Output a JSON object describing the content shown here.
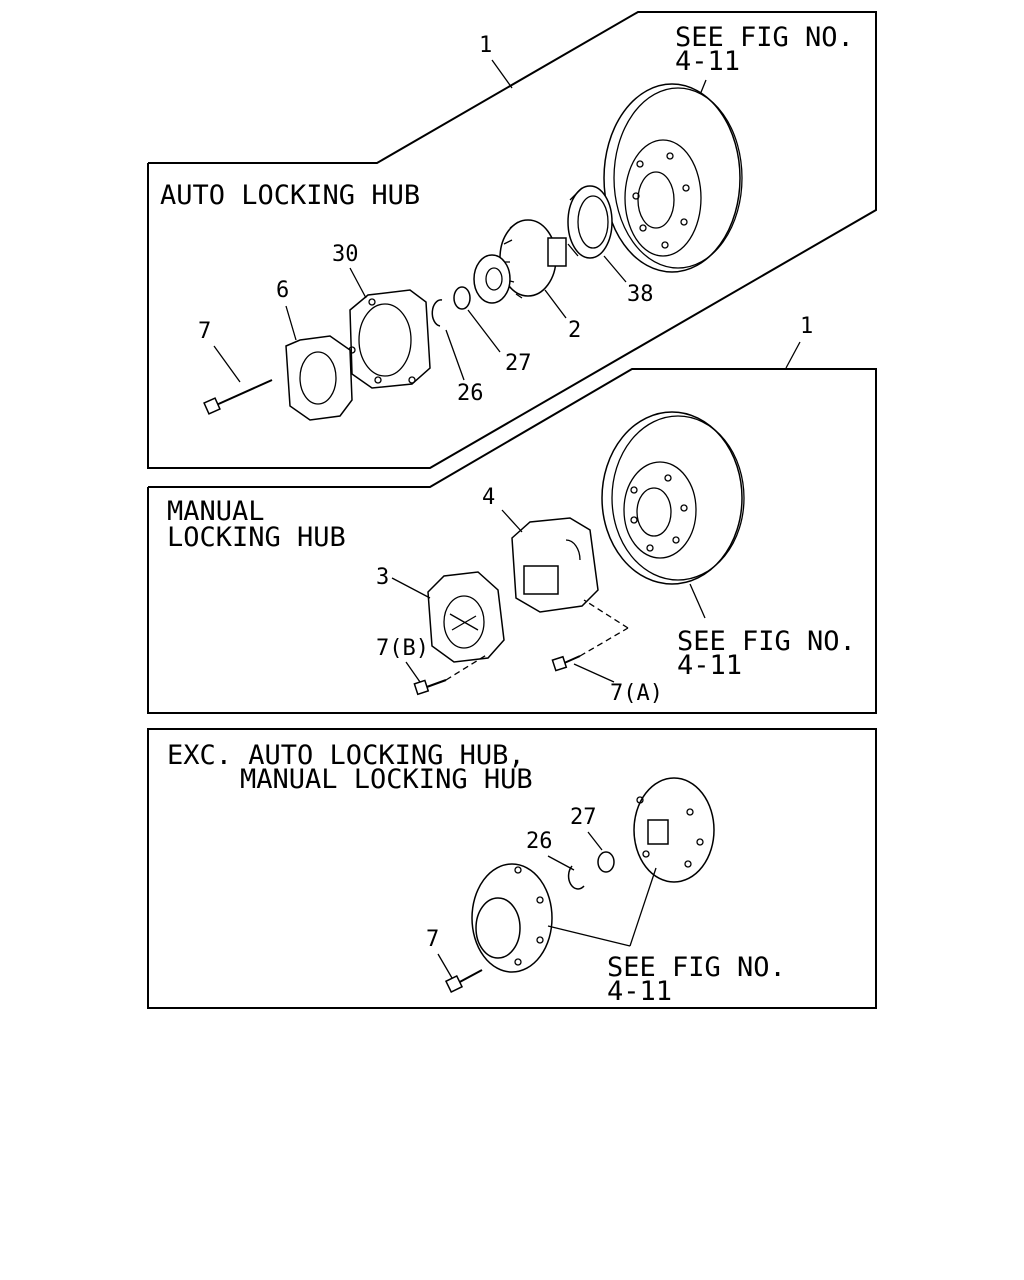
{
  "sections": {
    "auto": {
      "title": "AUTO LOCKING HUB",
      "assembly_ref": "1",
      "see_fig": [
        "SEE FIG NO.",
        "4-11"
      ],
      "callouts": [
        "30",
        "6",
        "7",
        "26",
        "27",
        "2",
        "38"
      ]
    },
    "manual": {
      "title": [
        "MANUAL",
        "LOCKING HUB"
      ],
      "assembly_ref": "1",
      "see_fig": [
        "SEE FIG NO.",
        "4-11"
      ],
      "callouts": [
        "4",
        "3",
        "7(B)",
        "7(A)"
      ]
    },
    "exc": {
      "title": [
        "EXC. AUTO LOCKING HUB,",
        "MANUAL LOCKING HUB"
      ],
      "see_fig": [
        "SEE FIG NO.",
        "4-11"
      ],
      "callouts": [
        "27",
        "26",
        "7"
      ]
    }
  }
}
